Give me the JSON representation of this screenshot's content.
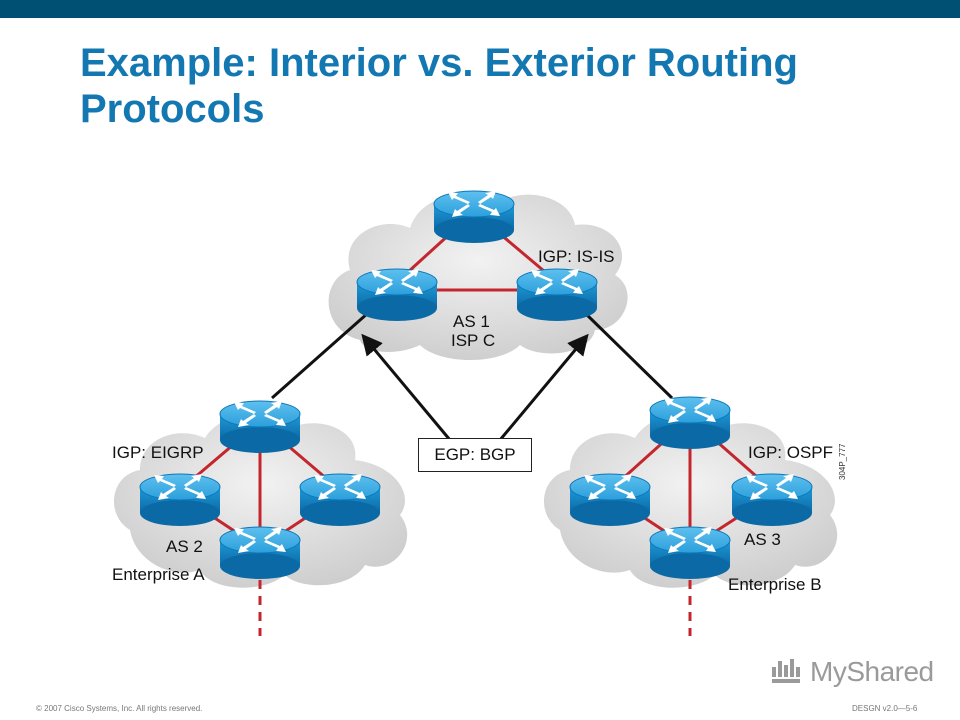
{
  "slide": {
    "title": "Example: Interior vs. Exterior Routing Protocols"
  },
  "diagram": {
    "as1": {
      "igp_label": "IGP: IS-IS",
      "as_label": "AS 1",
      "org_label": "ISP C"
    },
    "as2": {
      "igp_label": "IGP: EIGRP",
      "as_label": "AS 2",
      "org_label": "Enterprise A"
    },
    "as3": {
      "igp_label": "IGP: OSPF",
      "as_label": "AS 3",
      "org_label": "Enterprise B"
    },
    "egp_label": "EGP: BGP",
    "figure_code": "304P_777"
  },
  "footer": {
    "copyright": "© 2007 Cisco Systems, Inc. All rights reserved.",
    "course_code": "DESGN v2.0—5-6"
  },
  "watermark": {
    "text": "MyShared"
  },
  "colors": {
    "title": "#1378b2",
    "top_bar": "#005073",
    "router_blue": "#1a8fd0",
    "link_red": "#c4262e",
    "cloud": "#dcdcdc"
  }
}
